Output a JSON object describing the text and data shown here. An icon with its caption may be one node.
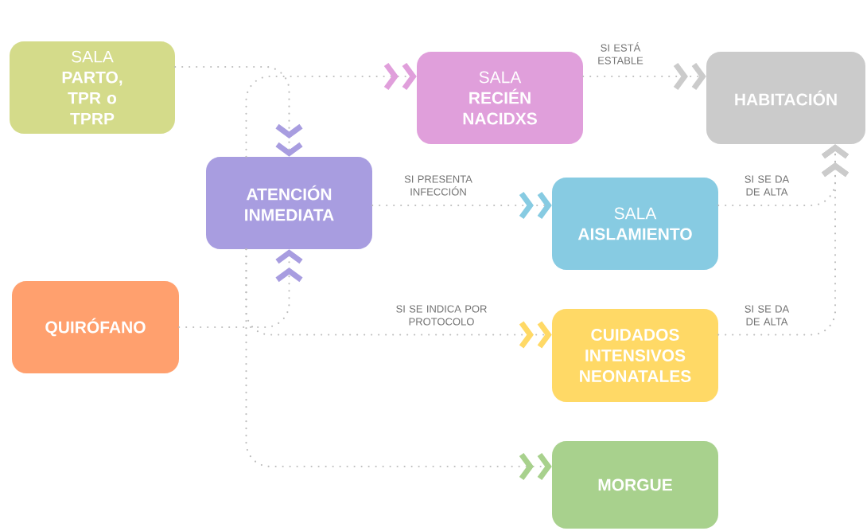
{
  "diagram": {
    "nodes": [
      {
        "text": [
          "SALA **PARTO, TPR o TPRP**"
        ]
      },
      {
        "text": [
          "SALA **RECIÉN NACIDXS**"
        ]
      },
      {
        "text": [
          "HABITACIÓN"
        ]
      },
      {
        "text": [
          "ATENCIÓN INMEDIATA"
        ]
      },
      {
        "text": [
          "SALA **AISLAMIENTO**"
        ]
      },
      {
        "text": [
          "QUIRÓFANO"
        ]
      },
      {
        "text": [
          "CUIDADOS INTENSIVOS NEONATALES"
        ]
      },
      {
        "text": [
          "MORGUE"
        ]
      }
    ],
    "edges": [
      {
        "from": 0,
        "to": 3,
        "arrow": "to"
      },
      {
        "from": 5,
        "to": 3,
        "arrow": "to"
      },
      {
        "from": 3,
        "to": 1,
        "arrow": "to"
      },
      {
        "from": 1,
        "to": 2,
        "arrow": "to",
        "label": "SI ESTÁ ESTABLE"
      },
      {
        "from": 3,
        "to": 4,
        "arrow": "to",
        "label": "SI PRESENTA INFECCIÓN"
      },
      {
        "from": 4,
        "to": 2,
        "arrow": "to",
        "label": "SI SE DA DE ALTA"
      },
      {
        "from": 3,
        "to": 6,
        "arrow": "to",
        "label": "SI SE INDICA POR PROTOCOLO"
      },
      {
        "from": 6,
        "to": 2,
        "arrow": "to",
        "label": "SI SE DA DE ALTA"
      },
      {
        "from": 3,
        "to": 7,
        "arrow": "to"
      }
    ]
  }
}
